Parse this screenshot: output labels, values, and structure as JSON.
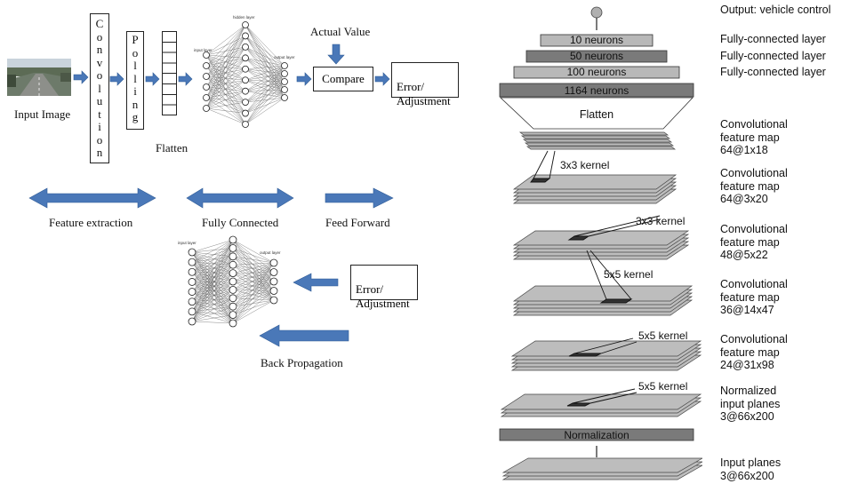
{
  "left": {
    "input_image_label": "Input Image",
    "convolution_letters": [
      "C",
      "o",
      "n",
      "v",
      "o",
      "l",
      "u",
      "t",
      "i",
      "o",
      "n"
    ],
    "polling_letters": [
      "P",
      "o",
      "l",
      "l",
      "i",
      "n",
      "g"
    ],
    "flatten_label": "Flatten",
    "nn_small_labels": {
      "input": "input layer",
      "hidden": "hidden layer",
      "output": "output layer"
    },
    "actual_value_label": "Actual Value",
    "compare_label": "Compare",
    "error_adjustment_label": "Error/\nAdjustment",
    "feature_extraction_label": "Feature extraction",
    "fully_connected_label": "Fully Connected",
    "feed_forward_label": "Feed Forward",
    "error_adjustment_label_2": "Error/\nAdjustment",
    "back_propagation_label": "Back Propagation"
  },
  "right": {
    "dense_layers": [
      {
        "label": "10 neurons",
        "fill": "#b8b8b8"
      },
      {
        "label": "50 neurons",
        "fill": "#7a7a7a"
      },
      {
        "label": "100 neurons",
        "fill": "#b8b8b8"
      },
      {
        "label": "1164 neurons",
        "fill": "#7a7a7a"
      }
    ],
    "flatten_label": "Flatten",
    "kernel_labels": [
      "3x3 kernel",
      "3x3 kernel",
      "5x5 kernel",
      "5x5 kernel",
      "5x5 kernel"
    ],
    "normalization_label": "Normalization",
    "side_labels": [
      "Output: vehicle control",
      "Fully-connected layer",
      "Fully-connected layer",
      "Fully-connected layer",
      "Convolutional\nfeature map\n64@1x18",
      "Convolutional\nfeature map\n64@3x20",
      "Convolutional\nfeature map\n48@5x22",
      "Convolutional\nfeature map\n36@14x47",
      "Convolutional\nfeature map\n24@31x98",
      "Normalized\ninput planes\n3@66x200",
      "Input planes\n3@66x200"
    ]
  },
  "colors": {
    "arrow_blue": "#4a78b8",
    "arrow_blue_dark": "#2f5b96",
    "layer_gray": "#b8b8b8",
    "layer_dark": "#7a7a7a"
  }
}
